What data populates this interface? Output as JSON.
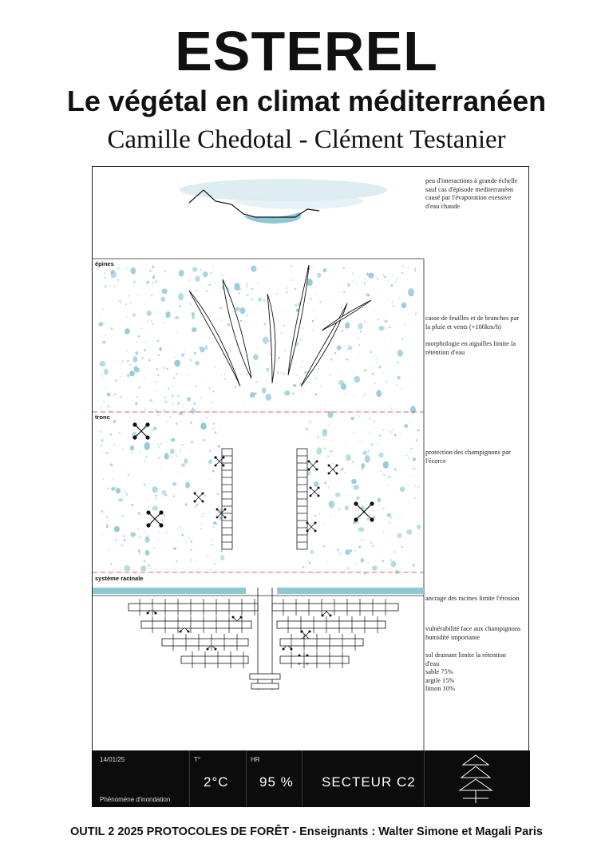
{
  "header": {
    "title": "ESTEREL",
    "subtitle": "Le végétal en climat méditerranéen",
    "authors": "Camille Chedotal - Clément Testanier"
  },
  "zones": {
    "epines": "épines",
    "tronc": "tronc",
    "racines": "système racinale"
  },
  "annotations": {
    "top": [
      "peu d'interactions à grande échelle",
      "sauf cas d'épisode mediterranéen",
      "causé par l'évaporation exessive",
      "d'eau chaude"
    ],
    "casse": [
      "casse de feuilles et de branches par",
      "la pluie et vents (+100km/h)"
    ],
    "morpho": [
      "morphologie en aiguilles limite la",
      "rétention d'eau"
    ],
    "protection": [
      "protection des champignons par",
      "l'écorce"
    ],
    "ancrage": [
      "ancrage des racines limite l'érosion"
    ],
    "vulnerabilite": [
      "vulnérabilité face aux champignons",
      "humidité importante"
    ],
    "sol": [
      "sol drainant limite la rétention",
      "d'eau",
      "sable 75%",
      "argile 15%",
      "limon 10%"
    ]
  },
  "info_bar": {
    "date": "14/01/25",
    "event": "Phénomène d'inondation",
    "temp_label": "T°",
    "temp_value": "2°C",
    "hr_label": "HR",
    "hr_value": "95 %",
    "sector": "SECTEUR C2"
  },
  "footer": "OUTIL 2 2025 PROTOCOLES DE FORÊT - Enseignants : Walter Simone et Magali Paris",
  "colors": {
    "water": "#8ec8d4",
    "dash": "#e06060",
    "ink": "#111111",
    "bar": "#0c0c0c"
  }
}
